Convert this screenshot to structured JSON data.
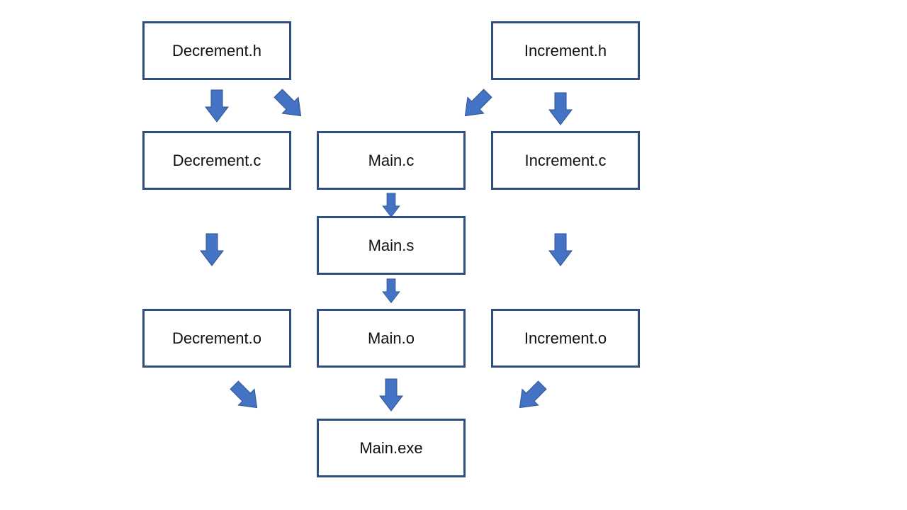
{
  "nodes": {
    "decrement_h": "Decrement.h",
    "increment_h": "Increment.h",
    "decrement_c": "Decrement.c",
    "main_c": "Main.c",
    "increment_c": "Increment.c",
    "main_s": "Main.s",
    "decrement_o": "Decrement.o",
    "main_o": "Main.o",
    "increment_o": "Increment.o",
    "main_exe": "Main.exe"
  },
  "edges": [
    {
      "from": "Decrement.h",
      "to": "Decrement.c"
    },
    {
      "from": "Decrement.h",
      "to": "Main.c"
    },
    {
      "from": "Increment.h",
      "to": "Main.c"
    },
    {
      "from": "Increment.h",
      "to": "Increment.c"
    },
    {
      "from": "Main.c",
      "to": "Main.s"
    },
    {
      "from": "Decrement.c",
      "to": "Decrement.o"
    },
    {
      "from": "Main.s",
      "to": "Main.o"
    },
    {
      "from": "Increment.c",
      "to": "Increment.o"
    },
    {
      "from": "Decrement.o",
      "to": "Main.exe"
    },
    {
      "from": "Main.o",
      "to": "Main.exe"
    },
    {
      "from": "Increment.o",
      "to": "Main.exe"
    }
  ],
  "colors": {
    "box_border": "#2f4f7f",
    "arrow_fill": "#4472c4",
    "arrow_stroke": "#2f528f"
  }
}
